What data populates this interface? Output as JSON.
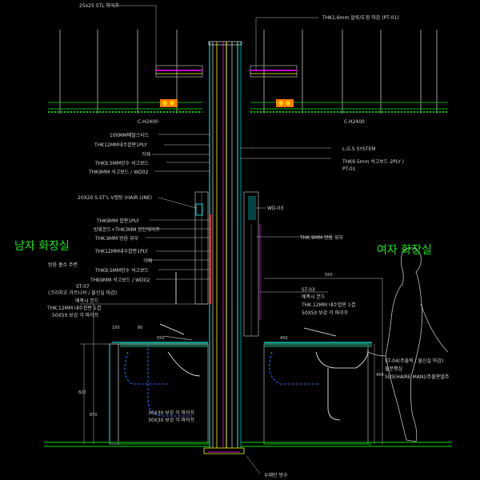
{
  "rooms": {
    "men": "남자 화장실",
    "women": "여자 화장실"
  },
  "ceiling": {
    "pipe_label": "25x25 STL 파이프",
    "finish_label": "THK1.6mm 알루/도장 마감 (PT-01)",
    "ch_left": "C.H2400",
    "ch_right": "C.H2400",
    "lgs": "L.G.S SYSTEM",
    "gypsum": "THK9.5mm 석고보드 2PLY /",
    "gypsum2": "PT-01"
  },
  "wall_labels": {
    "a1": "100MM메탈스터드",
    "a2": "THK12MM내수합판1PLY",
    "a3": "각재",
    "a4": "THK9.5MM방수 석고보드",
    "a5": "THK9MM 석고보드 / WD02",
    "hair": "20X20 S.ST'L V컷팅 (HAIR LINE)",
    "b1": "THK9MM 합판1PLY",
    "b2": "방화본드+THK3MM 방탄에이프",
    "b3": "THK.9MM 방음 위부",
    "c1": "THK12MM내수합판1PLY",
    "c2": "각재",
    "c3": "THK9.5MM방수 석고보드",
    "c4": "THK9MM 석고보드 / WD02",
    "side": "방음 흡수 주변",
    "wd": "WD-03",
    "r_film": "THK.9MM 방음 위부"
  },
  "counter_left": {
    "l1": "ST-07",
    "l2": "(크리지오 가르니쉬 / 물신실 마감)",
    "l3": "에폭시 본드",
    "l4": "THK.12MM 내수합판 1겹",
    "l5": "50X50 보강 각 파이프"
  },
  "counter_right": {
    "l1": "ST-03",
    "l2": "에폭시 본드",
    "l3": "THK.12MM 내수합판 1겹",
    "l4": "50X50 보강 각 파이프"
  },
  "right_note": {
    "l1": "ST-04(주물씩 / 물신실 마감)",
    "l2": "물분행심",
    "l3": "SUS(HAIRE MAN)/주물판넬주"
  },
  "pipes": {
    "p1": "30X30 보강 각 파이프",
    "p2": "30X30 보강 각 파이프"
  },
  "floor": {
    "waterproof": "우레탄 방수"
  },
  "dims": {
    "d1": "100",
    "d2": "80",
    "d3": "550",
    "d4": "450",
    "d5": "820",
    "d6": "870",
    "d7": "550",
    "d8": "450"
  },
  "colors": {
    "background": "#000000",
    "drywall": "#00ffff",
    "accent_red": "#ff2a2a",
    "magenta": "#ff00ff",
    "yellow": "#ffff00",
    "green": "#19e619",
    "blue": "#3a6bff"
  }
}
